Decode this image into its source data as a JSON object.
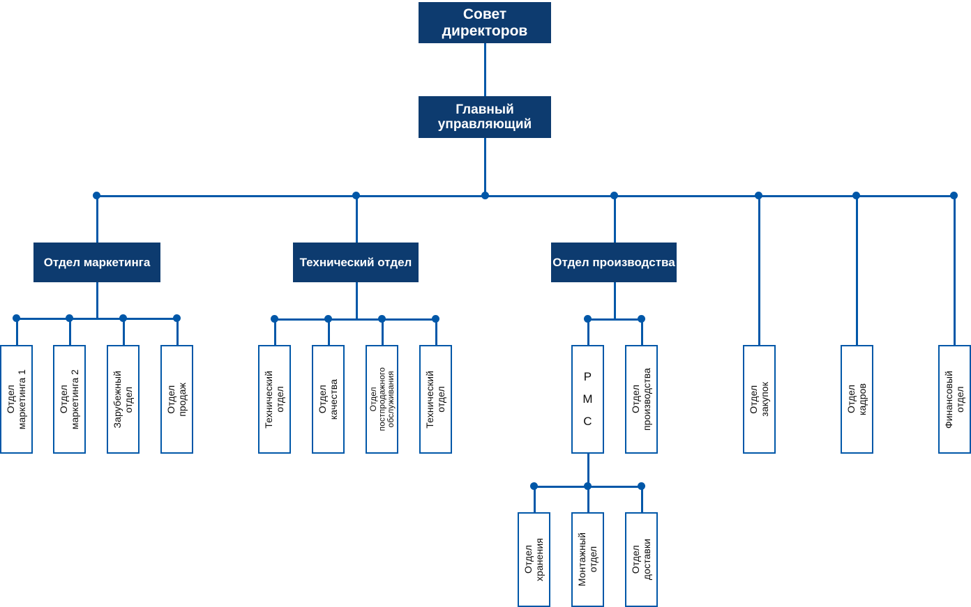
{
  "colors": {
    "navy_box": "#0d3b6f",
    "connector_blue": "#0057a8",
    "leaf_fill": "#ffffff",
    "leaf_text": "#0c0c0c",
    "navy_text": "#ffffff",
    "page_background": "#ffffff"
  },
  "chart_data": {
    "type": "diagram",
    "diagram_kind": "organizational-chart",
    "orientation": "top-down",
    "title": "",
    "nodes": [
      {
        "id": "board",
        "label": "Совет\nдиректоров",
        "level": 0,
        "style": "navy"
      },
      {
        "id": "gm",
        "label": "Главный\nуправляющий",
        "level": 1,
        "style": "navy"
      },
      {
        "id": "marketing",
        "label": "Отдел\nмаркетинга",
        "level": 2,
        "style": "navy"
      },
      {
        "id": "technical",
        "label": "Технический\nотдел",
        "level": 2,
        "style": "navy"
      },
      {
        "id": "production",
        "label": "Отдел\nпроизводства",
        "level": 2,
        "style": "navy"
      },
      {
        "id": "mkt1",
        "label": "Отдел\nмаркетинга 1",
        "level": 3,
        "style": "leaf"
      },
      {
        "id": "mkt2",
        "label": "Отдел\nмаркетинга 2",
        "level": 3,
        "style": "leaf"
      },
      {
        "id": "foreign",
        "label": "Зарубежный\nотдел",
        "level": 3,
        "style": "leaf"
      },
      {
        "id": "sales",
        "label": "Отдел\nпродаж",
        "level": 3,
        "style": "leaf"
      },
      {
        "id": "tech1",
        "label": "Технический\nотдел",
        "level": 3,
        "style": "leaf"
      },
      {
        "id": "quality",
        "label": "Отдел\nкачества",
        "level": 3,
        "style": "leaf"
      },
      {
        "id": "aftersales",
        "label": "Отдел\nпостпродажного\nобслуживания",
        "level": 3,
        "style": "leaf"
      },
      {
        "id": "tech2",
        "label": "Технический\nотдел",
        "level": 3,
        "style": "leaf"
      },
      {
        "id": "rmc",
        "label": "Р\nМ\nС",
        "level": 3,
        "style": "leaf-upright"
      },
      {
        "id": "productiondept",
        "label": "Отдел\nпроизводства",
        "level": 3,
        "style": "leaf"
      },
      {
        "id": "purchasing",
        "label": "Отдел\nзакупок",
        "level": 3,
        "style": "leaf"
      },
      {
        "id": "hr",
        "label": "Отдел\nкадров",
        "level": 3,
        "style": "leaf"
      },
      {
        "id": "finance",
        "label": "Финансовый\nотдел",
        "level": 3,
        "style": "leaf"
      },
      {
        "id": "storage",
        "label": "Отдел\nхранения",
        "level": 4,
        "style": "leaf"
      },
      {
        "id": "assembly",
        "label": "Монтажный\nотдел",
        "level": 4,
        "style": "leaf"
      },
      {
        "id": "delivery",
        "label": "Отдел\nдоставки",
        "level": 4,
        "style": "leaf"
      }
    ],
    "edges": [
      [
        "board",
        "gm"
      ],
      [
        "gm",
        "marketing"
      ],
      [
        "gm",
        "technical"
      ],
      [
        "gm",
        "production"
      ],
      [
        "gm",
        "purchasing"
      ],
      [
        "gm",
        "hr"
      ],
      [
        "gm",
        "finance"
      ],
      [
        "marketing",
        "mkt1"
      ],
      [
        "marketing",
        "mkt2"
      ],
      [
        "marketing",
        "foreign"
      ],
      [
        "marketing",
        "sales"
      ],
      [
        "technical",
        "tech1"
      ],
      [
        "technical",
        "quality"
      ],
      [
        "technical",
        "aftersales"
      ],
      [
        "technical",
        "tech2"
      ],
      [
        "production",
        "rmc"
      ],
      [
        "production",
        "productiondept"
      ],
      [
        "rmc",
        "storage"
      ],
      [
        "rmc",
        "assembly"
      ],
      [
        "rmc",
        "delivery"
      ]
    ]
  },
  "boxes": {
    "board": {
      "label": "Совет\nдиректоров"
    },
    "gm": {
      "label": "Главный\nуправляющий"
    },
    "marketing": {
      "label": "Отдел\nмаркетинга"
    },
    "technical": {
      "label": "Технический\nотдел"
    },
    "production": {
      "label": "Отдел\nпроизводства"
    },
    "mkt1": {
      "label": "Отдел\nмаркетинга 1"
    },
    "mkt2": {
      "label": "Отдел\nмаркетинга 2"
    },
    "foreign": {
      "label": "Зарубежный\nотдел"
    },
    "sales": {
      "label": "Отдел\nпродаж"
    },
    "tech1": {
      "label": "Технический\nотдел"
    },
    "quality": {
      "label": "Отдел\nкачества"
    },
    "aftersales": {
      "label": "Отдел\nпостпродажного\nобслуживания"
    },
    "tech2": {
      "label": "Технический\nотдел"
    },
    "rmc": {
      "label": "Р\nМ\nС"
    },
    "productiondept": {
      "label": "Отдел\nпроизводства"
    },
    "purchasing": {
      "label": "Отдел\nзакупок"
    },
    "hr": {
      "label": "Отдел\nкадров"
    },
    "finance": {
      "label": "Финансовый\nотдел"
    },
    "storage": {
      "label": "Отдел\nхранения"
    },
    "assembly": {
      "label": "Монтажный\nотдел"
    },
    "delivery": {
      "label": "Отдел\nдоставки"
    }
  }
}
